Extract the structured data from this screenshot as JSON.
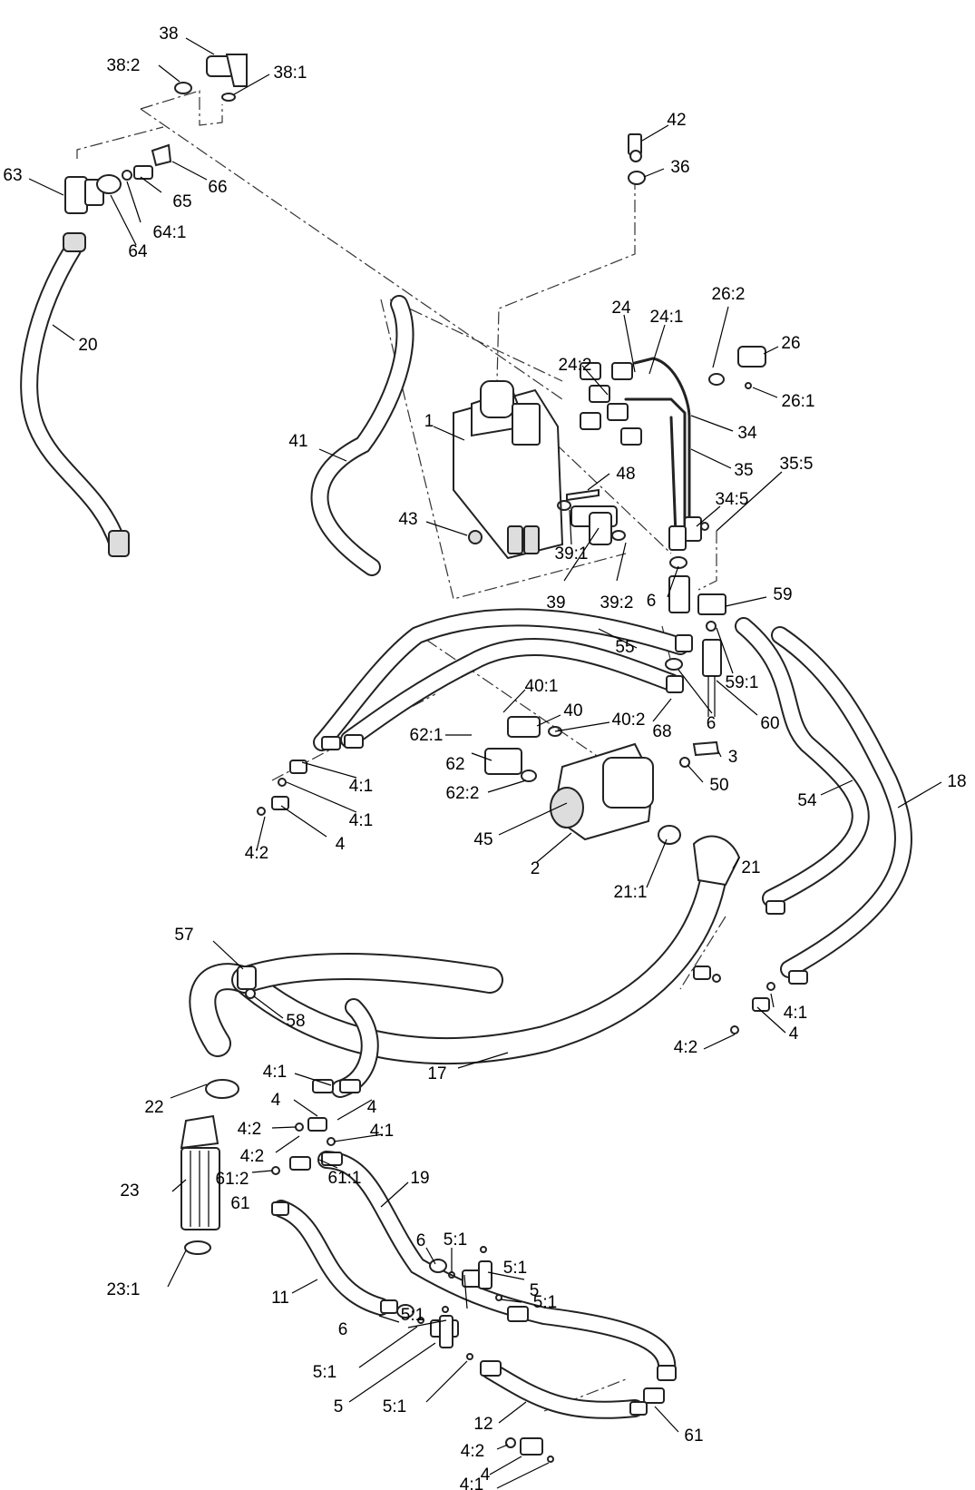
{
  "labels": [
    "38",
    "38:2",
    "38:1",
    "63",
    "66",
    "65",
    "64:1",
    "64",
    "20",
    "42",
    "36",
    "24",
    "24:1",
    "26:2",
    "26",
    "24:2",
    "26:1",
    "1",
    "34",
    "41",
    "35",
    "35:5",
    "48",
    "43",
    "34:5",
    "39:1",
    "39",
    "39:2",
    "6",
    "59",
    "55",
    "59:1",
    "40:1",
    "40",
    "40:2",
    "6",
    "60",
    "62:1",
    "68",
    "62",
    "3",
    "4:1",
    "62:2",
    "50",
    "4:1",
    "18",
    "54",
    "4:2",
    "4",
    "45",
    "2",
    "21",
    "21:1",
    "57",
    "58",
    "4:1",
    "4:2",
    "4",
    "4:1",
    "17",
    "4",
    "22",
    "4",
    "4:2",
    "4:1",
    "4:2",
    "61:2",
    "23",
    "61",
    "61:1",
    "19",
    "6",
    "5:1",
    "5:1",
    "23:1",
    "11",
    "5",
    "5:1",
    "5:1",
    "6",
    "5:1",
    "5",
    "5:1",
    "12",
    "61",
    "4:2",
    "4",
    "4:1"
  ]
}
